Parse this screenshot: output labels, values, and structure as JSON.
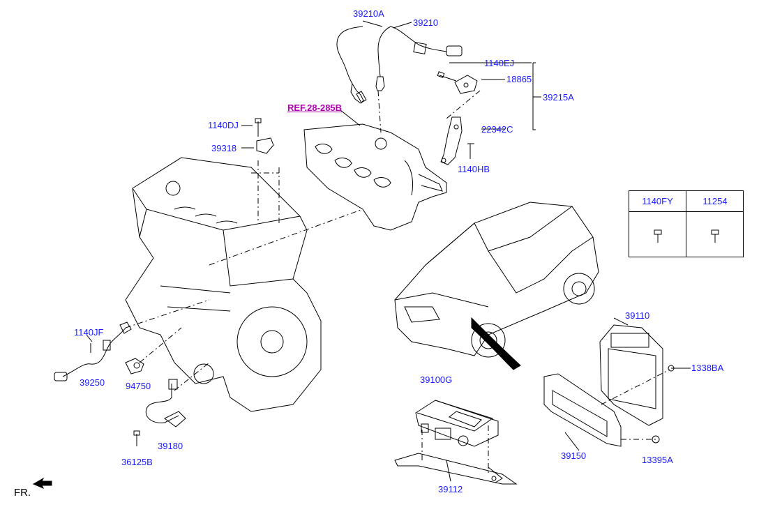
{
  "labels": {
    "p39210A": "39210A",
    "p39210": "39210",
    "p1140EJ": "1140EJ",
    "p18865": "18865",
    "p39215A": "39215A",
    "p22342C": "22342C",
    "p1140HB": "1140HB",
    "p1140DJ": "1140DJ",
    "p39318": "39318",
    "p1140JF": "1140JF",
    "p39250": "39250",
    "p94750": "94750",
    "p39180": "39180",
    "p36125B": "36125B",
    "p39110": "39110",
    "p1338BA": "1338BA",
    "p39100G": "39100G",
    "p39150": "39150",
    "p13395A": "13395A",
    "p39112": "39112"
  },
  "reference": "REF.28-285B",
  "fastener_table": {
    "col1": "1140FY",
    "col2": "11254"
  },
  "front_indicator": "FR.",
  "colors": {
    "part_number": "#1a1aff",
    "reference": "#b000b0",
    "line": "#000000"
  }
}
